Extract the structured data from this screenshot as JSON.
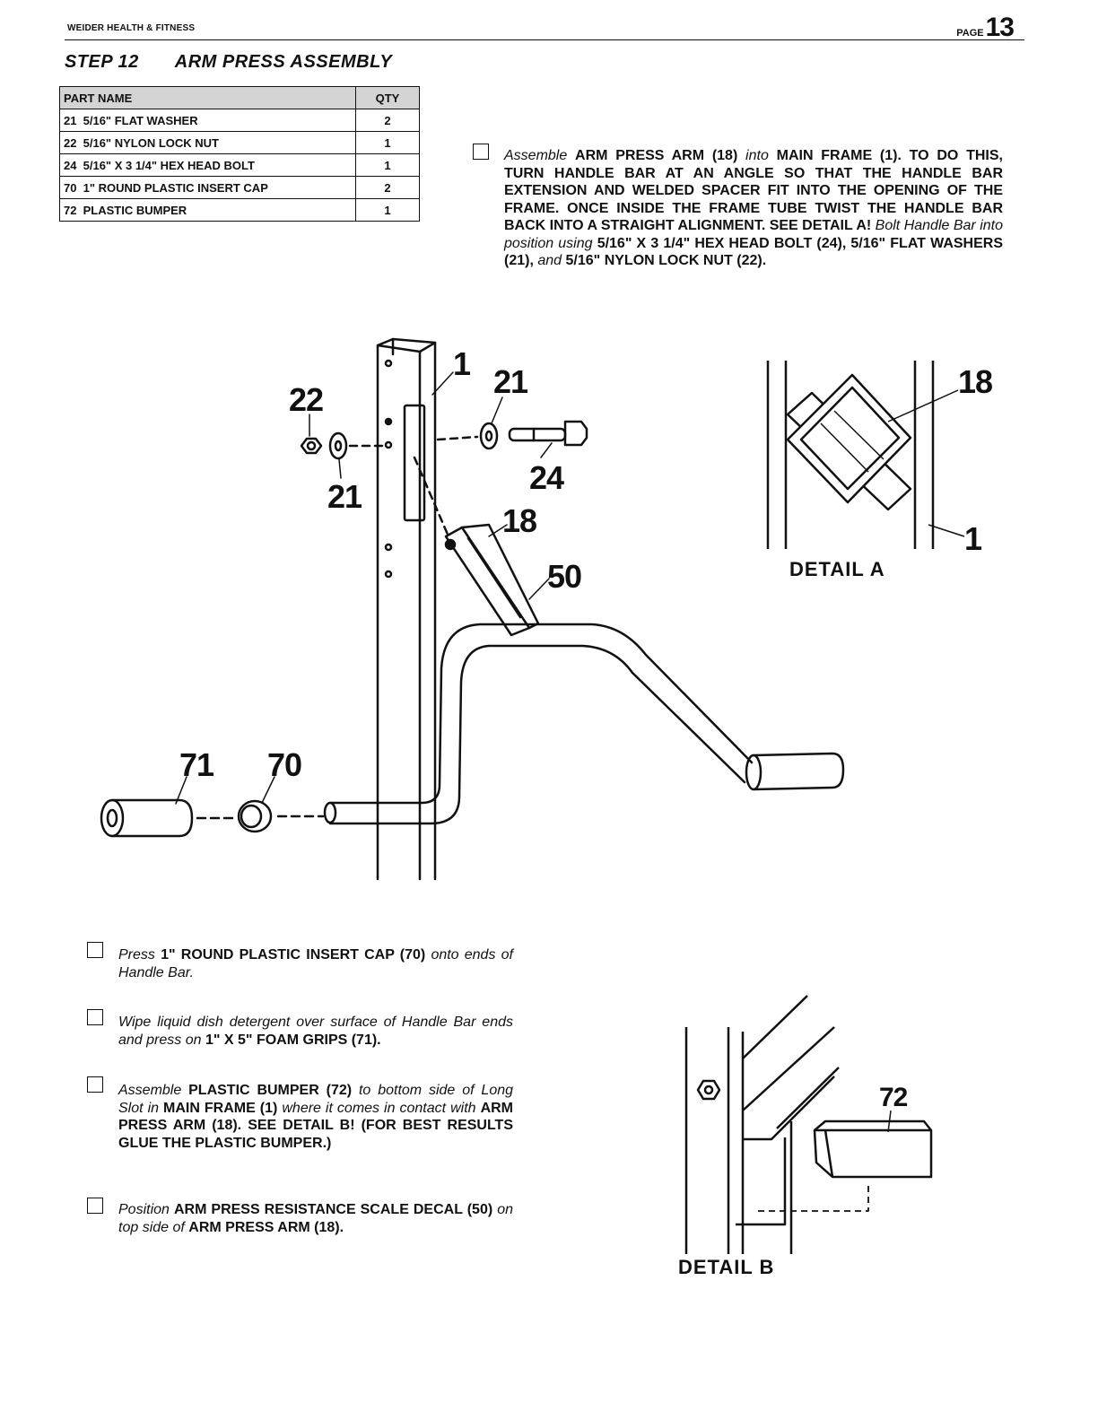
{
  "header": {
    "company": "WEIDER HEALTH & FITNESS",
    "page_word": "PAGE",
    "page_number": "13"
  },
  "step": {
    "number": "STEP 12",
    "title": "ARM PRESS ASSEMBLY"
  },
  "parts_table": {
    "col_name": "PART NAME",
    "col_qty": "QTY",
    "rows": [
      {
        "no": "21",
        "name": "5/16\" FLAT WASHER",
        "qty": "2"
      },
      {
        "no": "22",
        "name": "5/16\" NYLON LOCK NUT",
        "qty": "1"
      },
      {
        "no": "24",
        "name": "5/16\" X 3 1/4\" HEX HEAD BOLT",
        "qty": "1"
      },
      {
        "no": "70",
        "name": "1\" ROUND PLASTIC INSERT CAP",
        "qty": "2"
      },
      {
        "no": "72",
        "name": "PLASTIC BUMPER",
        "qty": "1"
      }
    ]
  },
  "instructions": {
    "i1": {
      "a": "Assemble",
      "b": "ARM PRESS ARM (18)",
      "c": "into",
      "d": "MAIN FRAME (1). TO DO THIS, TURN HANDLE BAR AT AN ANGLE SO THAT THE HANDLE BAR EXTENSION AND WELDED SPACER FIT INTO THE OPENING OF THE FRAME. ONCE INSIDE THE FRAME TUBE TWIST THE HANDLE BAR BACK INTO A STRAIGHT ALIGNMENT. SEE DETAIL A!",
      "e": "Bolt Handle Bar into position using",
      "f": "5/16\" X 3 1/4\" HEX HEAD BOLT (24), 5/16\" FLAT WASHERS (21),",
      "g": "and",
      "h": "5/16\" NYLON LOCK NUT (22)."
    },
    "i2": {
      "a": "Press",
      "b": "1\" ROUND PLASTIC INSERT CAP (70)",
      "c": "onto ends of Handle Bar."
    },
    "i3": {
      "a": "Wipe liquid dish detergent over surface of Handle Bar ends and press on",
      "b": "1\" X 5\" FOAM GRIPS (71)."
    },
    "i4": {
      "a": "Assemble",
      "b": "PLASTIC BUMPER (72)",
      "c": "to bottom side of Long Slot in",
      "d": "MAIN FRAME (1)",
      "e": "where it comes in contact with",
      "f": "ARM PRESS ARM (18). SEE DETAIL B! (FOR BEST RESULTS GLUE THE PLASTIC BUMPER.)"
    },
    "i5": {
      "a": "Position",
      "b": "ARM PRESS RESISTANCE SCALE DECAL (50)",
      "c": "on top side of",
      "d": "ARM PRESS ARM (18)."
    }
  },
  "callouts": {
    "c1": "1",
    "c21a": "21",
    "c22": "22",
    "c21b": "21",
    "c24": "24",
    "c18": "18",
    "c50": "50",
    "c71": "71",
    "c70": "70",
    "dA18": "18",
    "dA1": "1",
    "dB72": "72"
  },
  "details": {
    "a": "DETAIL A",
    "b": "DETAIL B"
  }
}
